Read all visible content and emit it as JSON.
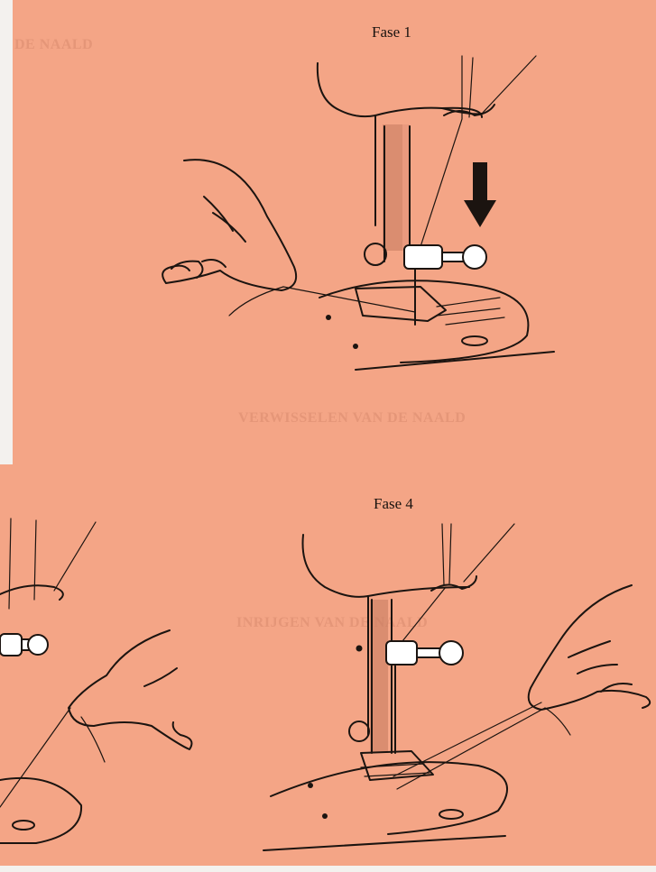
{
  "figures": {
    "fase1": {
      "caption": "Fase 1"
    },
    "fase4": {
      "caption": "Fase 4"
    }
  },
  "background_text": {
    "heading_top": "DE NAALD",
    "heading_mid": "VERWISSELEN VAN DE NAALD",
    "heading_low": "INRIJGEN VAN DE NAALD"
  },
  "colors": {
    "panel": "#f4a586",
    "page": "#f3f1ee",
    "ink": "#1b1410",
    "thread_stripe": "#c47a5e"
  }
}
